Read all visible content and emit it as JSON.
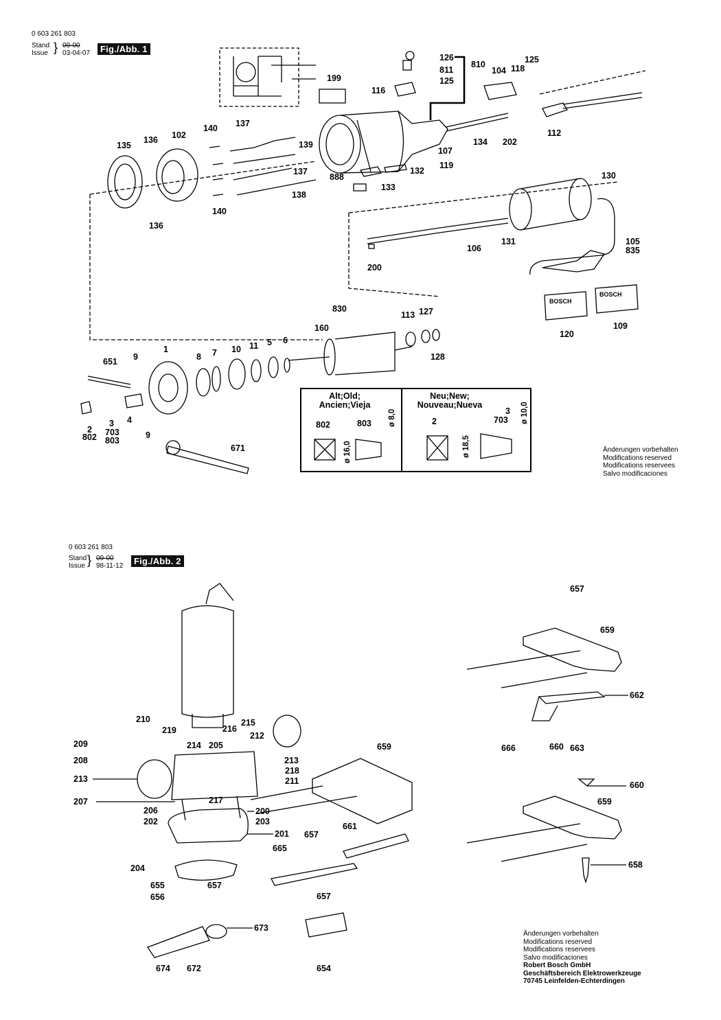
{
  "fig1": {
    "part_no": "0 603 261 803",
    "stand_label": "Stand",
    "issue_label": "Issue",
    "stand_value": "09-00",
    "issue_value": "03-04-07",
    "title": "Fig./Abb. 1",
    "labels": {
      "l126": "126",
      "l811": "811",
      "l125a": "125",
      "l810": "810",
      "l125b": "125",
      "l104": "104",
      "l118": "118",
      "l199": "199",
      "l116": "116",
      "l112": "112",
      "l134": "134",
      "l202": "202",
      "l107": "107",
      "l119": "119",
      "l137a": "137",
      "l140a": "140",
      "l102": "102",
      "l135": "135",
      "l136a": "136",
      "l139": "139",
      "l137b": "137",
      "l888": "888",
      "l132": "132",
      "l133": "133",
      "l138": "138",
      "l140b": "140",
      "l136b": "136",
      "l130": "130",
      "l106": "106",
      "l131": "131",
      "l105": "105",
      "l835": "835",
      "l200": "200",
      "l120": "120",
      "l109": "109",
      "l830": "830",
      "l160": "160",
      "l113": "113",
      "l127": "127",
      "l128": "128",
      "l651": "651",
      "l9a": "9",
      "l1": "1",
      "l8": "8",
      "l7": "7",
      "l10": "10",
      "l11": "11",
      "l5": "5",
      "l6": "6",
      "l3": "3",
      "l703": "703",
      "l4": "4",
      "l2": "2",
      "l802": "802",
      "l803": "803",
      "l9b": "9",
      "l671": "671"
    },
    "inset": {
      "old_title": "Alt;Old;\nAncien;Vieja",
      "new_title": "Neu;New;\nNouveau;Nueva",
      "old_802": "802",
      "old_803": "803",
      "old_d16": "ø 16,0",
      "old_d8": "ø 8,0",
      "new_2": "2",
      "new_3": "3",
      "new_703": "703",
      "new_d185": "ø 18,5",
      "new_d10": "ø 10,0"
    },
    "note": [
      "Änderungen vorbehalten",
      "Modifications reserved",
      "Modifications reservees",
      "Salvo modificaciones"
    ]
  },
  "fig2": {
    "part_no": "0 603 261 803",
    "stand_label": "Stand",
    "issue_label": "Issue",
    "stand_value": "09-00",
    "issue_value": "98-11-12",
    "title": "Fig./Abb. 2",
    "labels": {
      "l657a": "657",
      "l659a": "659",
      "l662": "662",
      "l666": "666",
      "l660a": "660",
      "l663": "663",
      "l660b": "660",
      "l659b": "659",
      "l658": "658",
      "l210": "210",
      "l219": "219",
      "l216": "216",
      "l215": "215",
      "l212": "212",
      "l209": "209",
      "l214": "214",
      "l205": "205",
      "l213a": "213",
      "l659c": "659",
      "l208": "208",
      "l218": "218",
      "l213b": "213",
      "l211": "211",
      "l217": "217",
      "l207": "207",
      "l206": "206",
      "l200": "200",
      "l202": "202",
      "l203": "203",
      "l201": "201",
      "l657b": "657",
      "l661": "661",
      "l665": "665",
      "l204": "204",
      "l655": "655",
      "l657c": "657",
      "l656": "656",
      "l657d": "657",
      "l673": "673",
      "l674": "674",
      "l672": "672",
      "l654": "654"
    },
    "note": [
      "Änderungen vorbehalten",
      "Modifications reserved",
      "Modifications reservees",
      "Salvo modificaciones"
    ],
    "company": [
      "Robert Bosch GmbH",
      "Geschäftsbereich Elektrowerkzeuge",
      "70745 Leinfelden-Echterdingen"
    ]
  },
  "brand": "BOSCH"
}
